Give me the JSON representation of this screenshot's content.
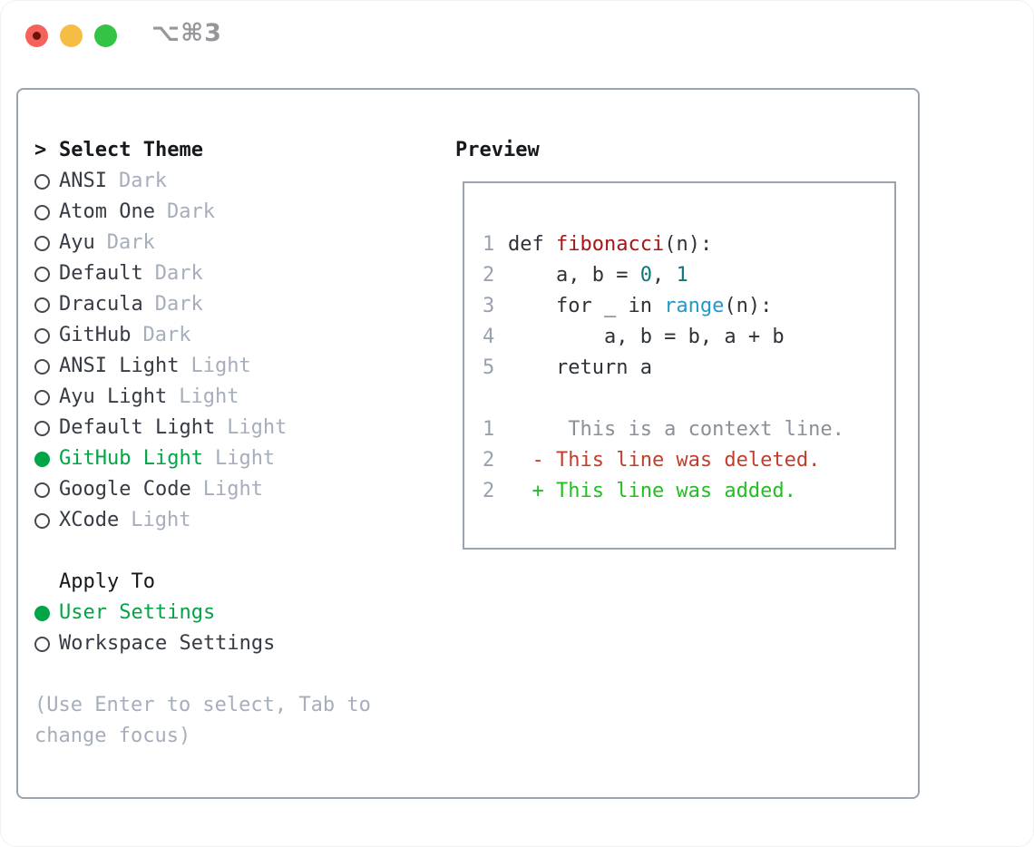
{
  "window": {
    "shortcut": "⌥⌘3",
    "traffic_lights": [
      "close",
      "minimize",
      "zoom"
    ]
  },
  "theme_picker": {
    "prompt": ">",
    "title": "Select Theme",
    "items": [
      {
        "name": "ANSI",
        "variant": "Dark",
        "selected": false
      },
      {
        "name": "Atom One",
        "variant": "Dark",
        "selected": false
      },
      {
        "name": "Ayu",
        "variant": "Dark",
        "selected": false
      },
      {
        "name": "Default",
        "variant": "Dark",
        "selected": false
      },
      {
        "name": "Dracula",
        "variant": "Dark",
        "selected": false
      },
      {
        "name": "GitHub",
        "variant": "Dark",
        "selected": false
      },
      {
        "name": "ANSI Light",
        "variant": "Light",
        "selected": false
      },
      {
        "name": "Ayu Light",
        "variant": "Light",
        "selected": false
      },
      {
        "name": "Default Light",
        "variant": "Light",
        "selected": false
      },
      {
        "name": "GitHub Light",
        "variant": "Light",
        "selected": true
      },
      {
        "name": "Google Code",
        "variant": "Light",
        "selected": false
      },
      {
        "name": "XCode",
        "variant": "Light",
        "selected": false
      }
    ]
  },
  "apply_to": {
    "title": "Apply To",
    "options": [
      {
        "label": "User Settings",
        "selected": true
      },
      {
        "label": "Workspace Settings",
        "selected": false
      }
    ]
  },
  "hint": "(Use Enter to select, Tab to change focus)",
  "preview": {
    "title": "Preview",
    "code_lines": [
      {
        "num": "1",
        "segments": [
          {
            "t": "def ",
            "c": "code"
          },
          {
            "t": "fibonacci",
            "c": "func"
          },
          {
            "t": "(n):",
            "c": "code"
          }
        ]
      },
      {
        "num": "2",
        "segments": [
          {
            "t": "    a, b = ",
            "c": "code"
          },
          {
            "t": "0",
            "c": "num"
          },
          {
            "t": ", ",
            "c": "code"
          },
          {
            "t": "1",
            "c": "num"
          }
        ]
      },
      {
        "num": "3",
        "segments": [
          {
            "t": "    for _ in ",
            "c": "code"
          },
          {
            "t": "range",
            "c": "builtin"
          },
          {
            "t": "(n):",
            "c": "code"
          }
        ]
      },
      {
        "num": "4",
        "segments": [
          {
            "t": "        a, b = b, a + b",
            "c": "code"
          }
        ]
      },
      {
        "num": "5",
        "segments": [
          {
            "t": "    return a",
            "c": "code"
          }
        ]
      }
    ],
    "diff_lines": [
      {
        "num": "1",
        "segments": [
          {
            "t": "     This is a context line.",
            "c": "context"
          }
        ]
      },
      {
        "num": "2",
        "segments": [
          {
            "t": "  - This line was deleted.",
            "c": "deleted"
          }
        ]
      },
      {
        "num": "2",
        "segments": [
          {
            "t": "  + This line was added.",
            "c": "added"
          }
        ]
      }
    ]
  },
  "colors": {
    "selection_green": "#00a545",
    "added_green": "#20c020",
    "deleted_red": "#c43d2b",
    "function_red": "#a81613",
    "number_teal": "#0d767d",
    "builtin_blue": "#1f98ce",
    "code_text": "#2e333a",
    "muted_gray": "#a6aebc",
    "line_number_gray": "#99a1ae",
    "context_gray": "#8a9098",
    "heading_text": "#15181c",
    "item_text": "#363b44",
    "panel_border": "#9aa3ae",
    "traffic_red": "#f4635b",
    "traffic_yellow": "#f6bd45",
    "traffic_green": "#35c345",
    "shortcut_gray": "#97979b"
  }
}
